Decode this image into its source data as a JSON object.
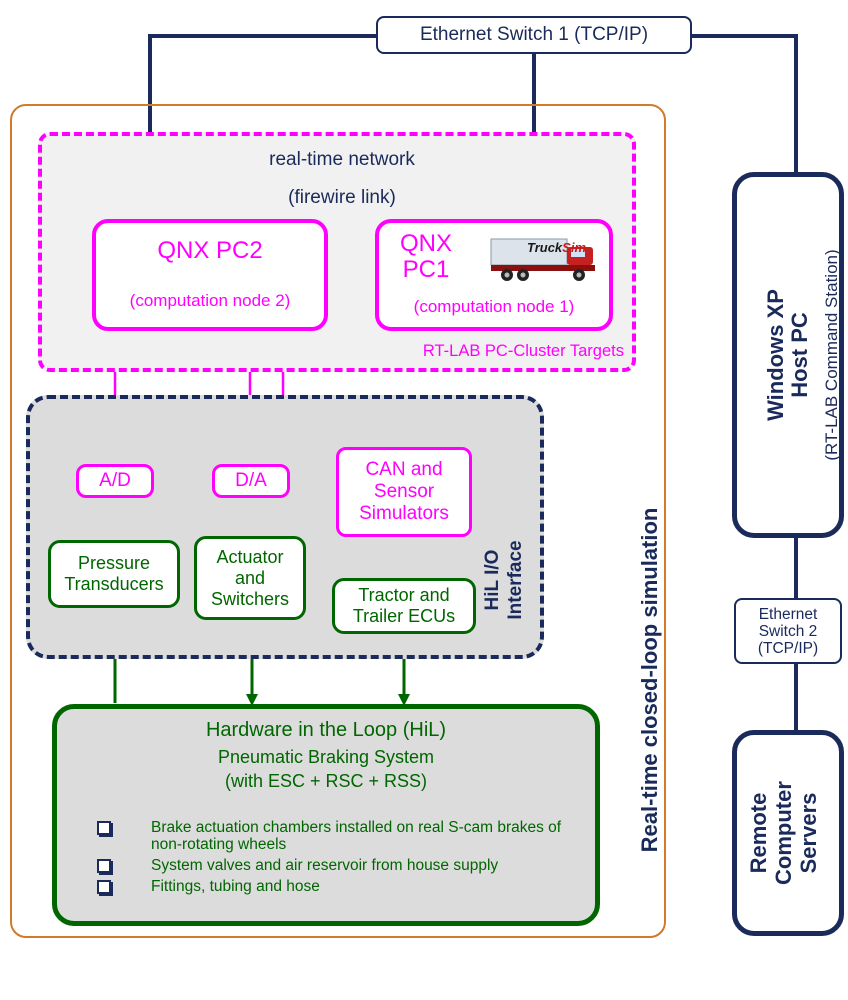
{
  "ethernet_switch_1": "Ethernet Switch 1 (TCP/IP)",
  "ethernet_switch_2": {
    "line1": "Ethernet",
    "line2": "Switch 2",
    "line3": "(TCP/IP)"
  },
  "realtime_network": "real-time network",
  "firewire_link": "(firewire link)",
  "qnx_pc2": {
    "title": "QNX PC2",
    "subtitle": "(computation node 2)"
  },
  "qnx_pc1": {
    "title_line1": "QNX",
    "title_line2": "PC1",
    "subtitle": "(computation node 1)",
    "logo_text_a": "Truck",
    "logo_text_b": "Sim"
  },
  "cluster_label": "RT-LAB PC-Cluster Targets",
  "ad_label": "A/D",
  "da_label": "D/A",
  "can_sim": {
    "line1": "CAN and",
    "line2": "Sensor",
    "line3": "Simulators"
  },
  "pressure_transducers": {
    "line1": "Pressure",
    "line2": "Transducers"
  },
  "actuator_switchers": {
    "line1": "Actuator",
    "line2": "and",
    "line3": "Switchers"
  },
  "tractor_trailer_ecus": {
    "line1": "Tractor and",
    "line2": "Trailer ECUs"
  },
  "hil_io_interface": {
    "line1": "HiL I/O",
    "line2": "Interface"
  },
  "hardware_loop": {
    "title": "Hardware in the Loop (HiL)",
    "line2": "Pneumatic Braking System",
    "line3": "(with ESC + RSC + RSS)",
    "bullets": [
      "Brake actuation chambers installed on real S-cam brakes of non-rotating wheels",
      "System valves and air reservoir from house supply",
      "Fittings, tubing and hose"
    ]
  },
  "realtime_sim_label": "Real-time closed-loop simulation",
  "host_pc": {
    "line1": "Windows XP",
    "line2": "Host PC",
    "line3": "(RT-LAB Command Station)"
  },
  "remote_servers": {
    "line1": "Remote",
    "line2": "Computer",
    "line3": "Servers"
  },
  "colors": {
    "magenta": "#ff00ff",
    "navy": "#1a2a5a",
    "green": "#006600",
    "orange": "#d07a2a",
    "red": "#ff0000"
  }
}
